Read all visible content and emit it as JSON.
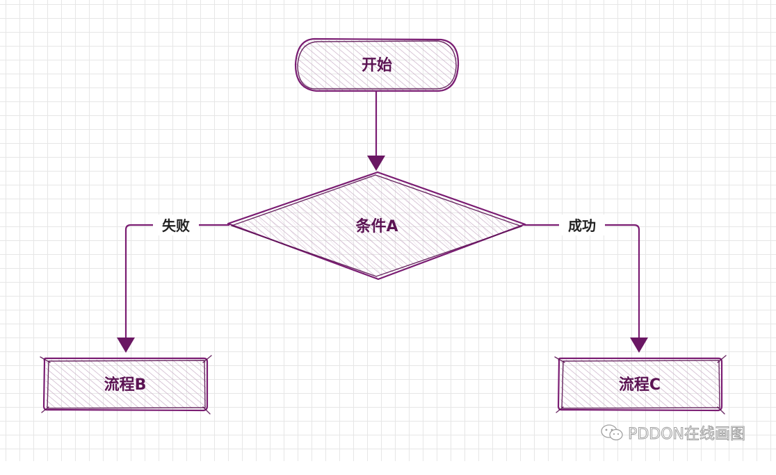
{
  "diagram": {
    "nodes": {
      "start": {
        "label": "开始",
        "shape": "rounded-rect"
      },
      "condition": {
        "label": "条件A",
        "shape": "diamond"
      },
      "process_b": {
        "label": "流程B",
        "shape": "rect"
      },
      "process_c": {
        "label": "流程C",
        "shape": "rect"
      }
    },
    "edges": {
      "start_to_condition": {
        "from": "start",
        "to": "condition",
        "label": ""
      },
      "fail": {
        "from": "condition",
        "to": "process_b",
        "label": "失败"
      },
      "success": {
        "from": "condition",
        "to": "process_c",
        "label": "成功"
      }
    },
    "style": {
      "stroke_color": "#7a1c72",
      "hatch_color": "#c4a8c2",
      "label_color": "#5b1353",
      "grid_color": "#e6e6e6"
    }
  },
  "watermark": {
    "text": "PDDON在线画图",
    "icon": "wechat-icon"
  }
}
